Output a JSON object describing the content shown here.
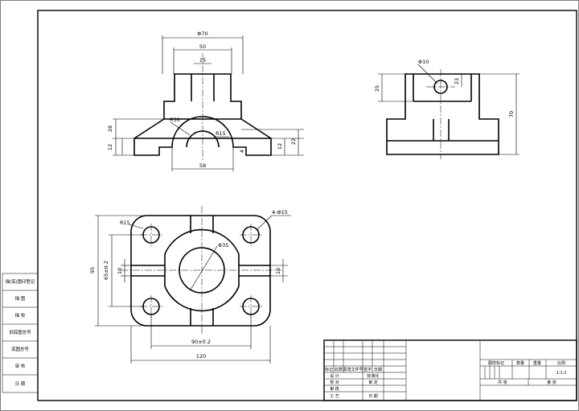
{
  "front_view": {
    "dims": {
      "d70": "Φ70",
      "d50_top": "50",
      "d15": "15",
      "r30": "R30",
      "r15": "R15",
      "d28": "28",
      "d12_left": "12",
      "d12_right": "12",
      "d22": "22",
      "d4": "4",
      "d58": "58"
    }
  },
  "side_view": {
    "dims": {
      "d10": "Φ10",
      "d25": "25",
      "d23": "23",
      "d70": "70"
    }
  },
  "top_view": {
    "dims": {
      "r15": "R15",
      "holes": "4-Φ15",
      "d35": "Φ35",
      "d95": "95",
      "d65": "65±0.2",
      "d10_left": "10",
      "d10_right": "10",
      "d90": "90±0.2",
      "d120": "120"
    }
  },
  "left_strip": {
    "cells": [
      "描(底)图印登记",
      "描   图",
      "描   校",
      "旧底图总号",
      "底图总号",
      "审   核",
      "日   期"
    ]
  },
  "title_block": {
    "rev_headers": [
      "标记",
      "处数",
      "更改文件号",
      "签字",
      "日期"
    ],
    "sign_rows": [
      "设  计",
      "校  对",
      "审  核",
      "工  艺"
    ],
    "sign_mid": [
      "标准化",
      "审  定",
      "",
      "日  期"
    ],
    "stage_label": "图样标记",
    "weight_label": "数量",
    "qty_label": "重量",
    "scale_label": "比例",
    "scale_value": "1:1.2",
    "sheet_total": "共    张",
    "sheet_no": "第    张"
  }
}
